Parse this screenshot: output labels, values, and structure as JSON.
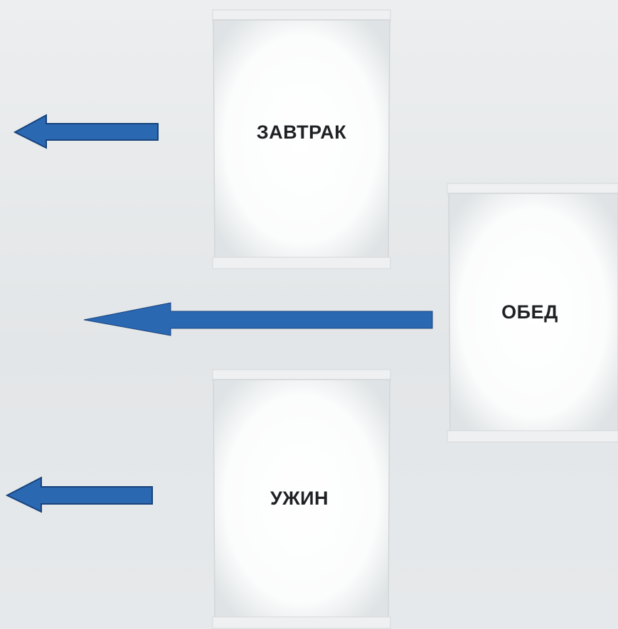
{
  "colors": {
    "arrow_fill": "#2a68b2",
    "arrow_stroke": "#18427c",
    "background": "#e6e9eb",
    "pack_fill": "#ffffff",
    "label_color": "#1f2124"
  },
  "packages": {
    "breakfast": {
      "label": "ЗАВТРАК"
    },
    "lunch": {
      "label": "ОБЕД"
    },
    "dinner": {
      "label": "УЖИН"
    }
  },
  "arrows": {
    "breakfast": {
      "direction": "left"
    },
    "lunch": {
      "direction": "left"
    },
    "dinner": {
      "direction": "left"
    }
  }
}
